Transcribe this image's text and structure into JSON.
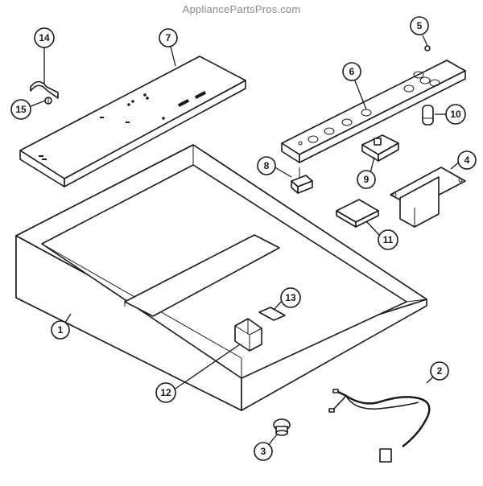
{
  "watermark": "AppliancePartsPros.com",
  "callouts": [
    {
      "id": "1",
      "label": "1"
    },
    {
      "id": "2",
      "label": "2"
    },
    {
      "id": "3",
      "label": "3"
    },
    {
      "id": "4",
      "label": "4"
    },
    {
      "id": "5",
      "label": "5"
    },
    {
      "id": "6",
      "label": "6"
    },
    {
      "id": "7",
      "label": "7"
    },
    {
      "id": "8",
      "label": "8"
    },
    {
      "id": "9",
      "label": "9"
    },
    {
      "id": "10",
      "label": "10"
    },
    {
      "id": "11",
      "label": "11"
    },
    {
      "id": "12",
      "label": "12"
    },
    {
      "id": "13",
      "label": "13"
    },
    {
      "id": "14",
      "label": "14"
    },
    {
      "id": "15",
      "label": "15"
    }
  ]
}
